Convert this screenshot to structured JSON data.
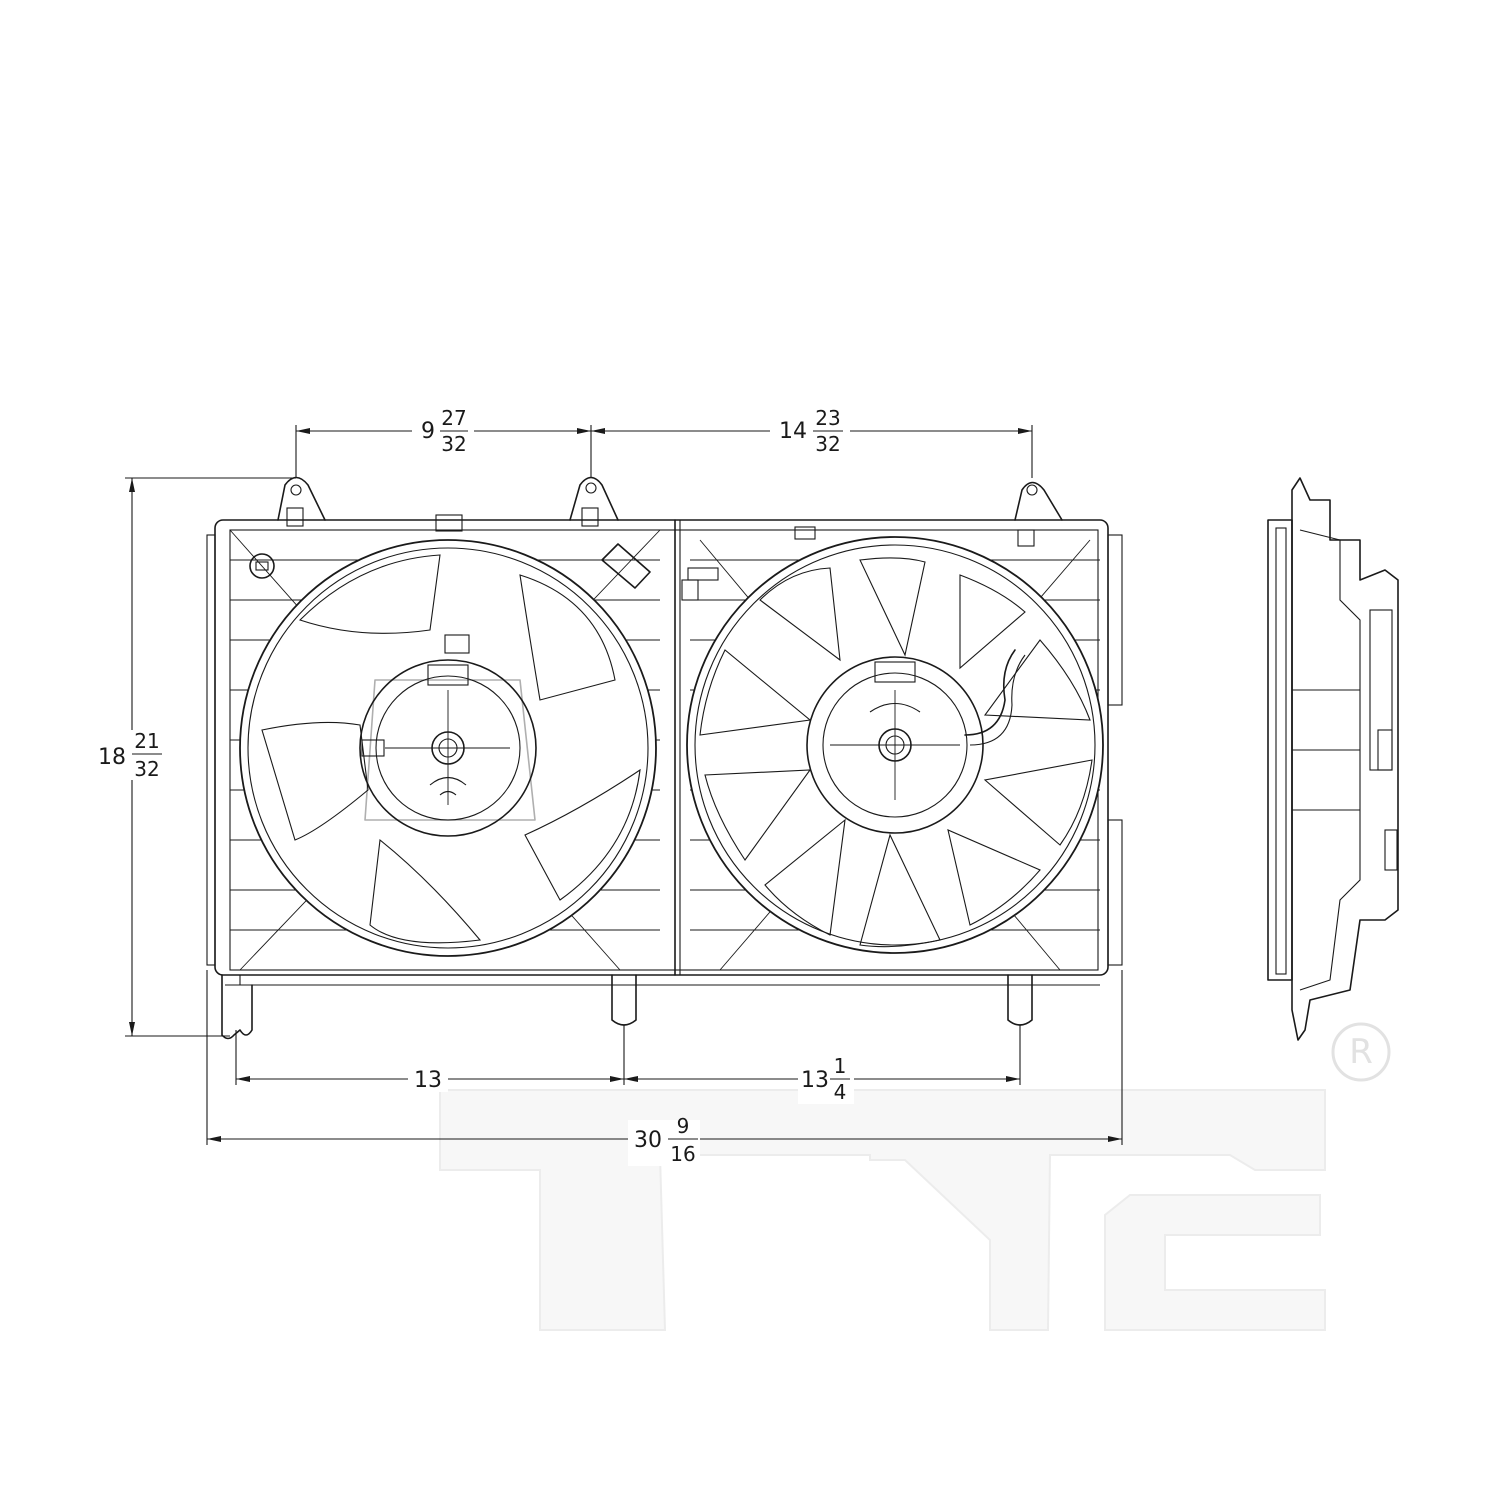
{
  "dimensions": {
    "top_left": {
      "whole": "9",
      "num": "27",
      "den": "32"
    },
    "top_right": {
      "whole": "14",
      "num": "23",
      "den": "32"
    },
    "height": {
      "whole": "18",
      "num": "21",
      "den": "32"
    },
    "bottom_left": {
      "whole": "13"
    },
    "bottom_right": {
      "whole": "13",
      "num": "1",
      "den": "4"
    },
    "overall_width": {
      "whole": "30",
      "num": "9",
      "den": "16"
    }
  },
  "watermark": {
    "text": "TYC",
    "registered_mark": "R"
  },
  "colors": {
    "line": "#1a1a1a",
    "watermark": "#f4f4f4"
  }
}
